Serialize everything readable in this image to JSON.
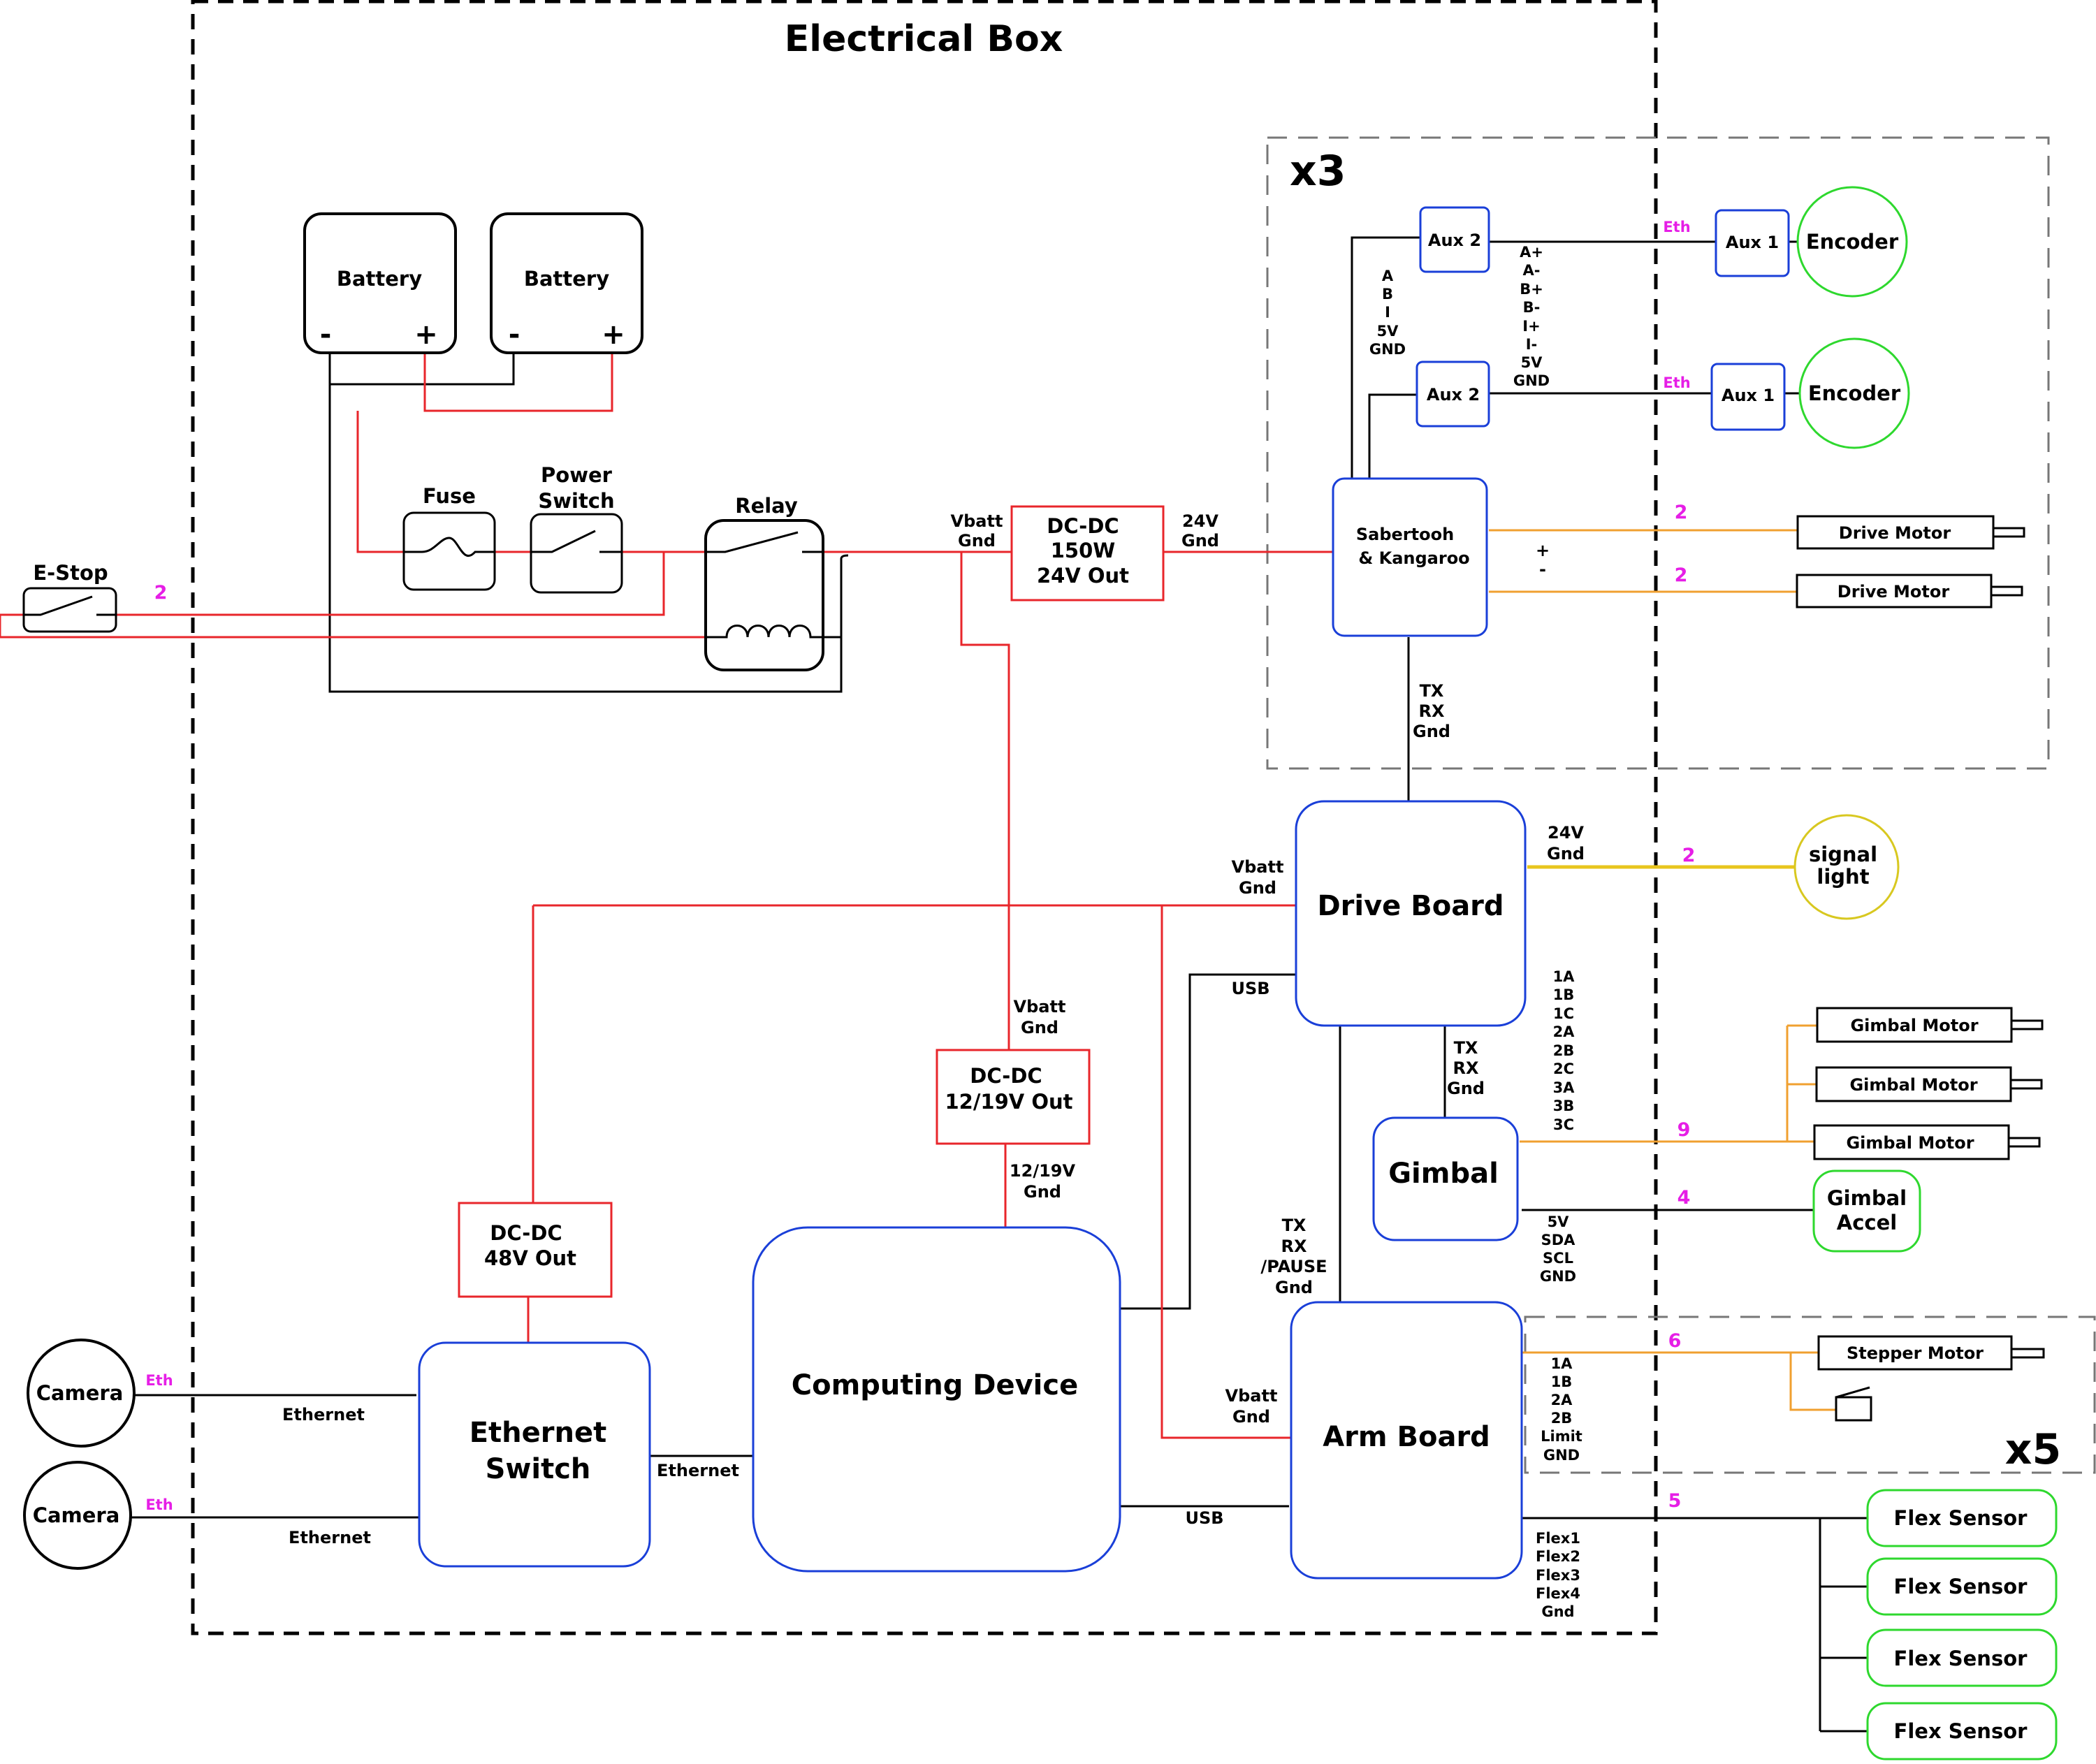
{
  "title": "Electrical Box",
  "groups": {
    "drive_group": "x3",
    "arm_group": "x5"
  },
  "colors": {
    "power": "#e8262b",
    "signal": "#000000",
    "motor": "#f0a030",
    "light": "#e8c51e",
    "blue_box": "#1a3fd8",
    "green_box": "#2ed82e",
    "magenta_label": "#e61ee6",
    "light_circle": "#d8c820"
  },
  "components": {
    "battery1": "Battery",
    "battery2": "Battery",
    "bat_minus": "-",
    "bat_plus": "+",
    "fuse": "Fuse",
    "power_switch": [
      "Power",
      "Switch"
    ],
    "relay": "Relay",
    "estop": "E-Stop",
    "dcdc150": [
      "DC-DC",
      "150W",
      "24V Out"
    ],
    "sabertooth": [
      "Sabertooh",
      "& Kangaroo"
    ],
    "aux2": "Aux 2",
    "aux1": "Aux 1",
    "encoder": "Encoder",
    "drive_motor": "Drive Motor",
    "drive_board": "Drive Board",
    "signal_light": [
      "signal",
      "light"
    ],
    "gimbal_motor": "Gimbal Motor",
    "gimbal": "Gimbal",
    "gimbal_accel": [
      "Gimbal",
      "Accel"
    ],
    "dcdc1219": [
      "DC-DC",
      "12/19V Out"
    ],
    "dcdc48": [
      "DC-DC",
      "48V Out"
    ],
    "computing": "Computing Device",
    "ethernet_switch": [
      "Ethernet",
      "Switch"
    ],
    "camera": "Camera",
    "arm_board": "Arm Board",
    "stepper": "Stepper Motor",
    "flex": "Flex Sensor"
  },
  "labels": {
    "vbatt_gnd": [
      "Vbatt",
      "Gnd"
    ],
    "v24_gnd": [
      "24V",
      "Gnd"
    ],
    "tx_rx_gnd": [
      "TX",
      "RX",
      "Gnd"
    ],
    "abi": [
      "A",
      "B",
      "I",
      "5V",
      "GND"
    ],
    "quad": [
      "A+",
      "A-",
      "B+",
      "B-",
      "I+",
      "I-",
      "5V",
      "GND"
    ],
    "plus": "+",
    "minus": "-",
    "usb": "USB",
    "phases": [
      "1A",
      "1B",
      "1C",
      "2A",
      "2B",
      "2C",
      "3A",
      "3B",
      "3C"
    ],
    "i2c": [
      "5V",
      "SDA",
      "SCL",
      "GND"
    ],
    "txrx_pause": [
      "TX",
      "RX",
      "/PAUSE",
      "Gnd"
    ],
    "v1219_gnd": [
      "12/19V",
      "Gnd"
    ],
    "stepper_pins": [
      "1A",
      "1B",
      "2A",
      "2B",
      "Limit",
      "GND"
    ],
    "flex_pins": [
      "Flex1",
      "Flex2",
      "Flex3",
      "Flex4",
      "Gnd"
    ],
    "ethernet": "Ethernet",
    "eth": "Eth"
  },
  "counts": {
    "estop": "2",
    "drive_motor_1": "2",
    "drive_motor_2": "2",
    "signal_light": "2",
    "gimbal_motors": "9",
    "gimbal_accel": "4",
    "stepper": "6",
    "flex": "5"
  }
}
